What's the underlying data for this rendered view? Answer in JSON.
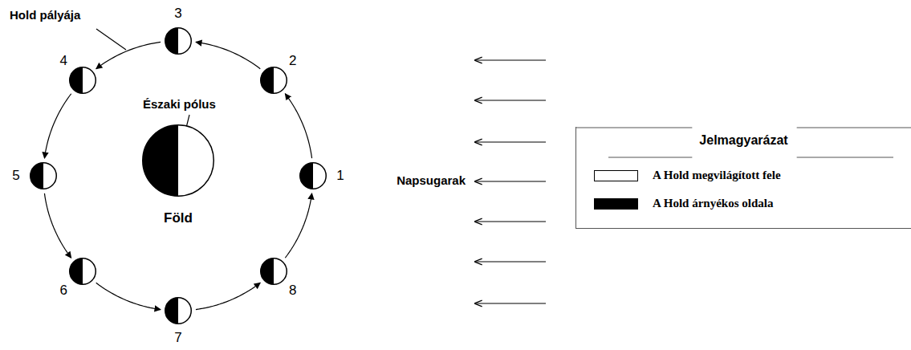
{
  "diagram": {
    "nodes": [
      {
        "text": [
          "1"
        ]
      },
      {
        "text": [
          "2"
        ]
      },
      {
        "text": [
          "3"
        ]
      },
      {
        "text": [
          "4"
        ]
      },
      {
        "text": [
          "5"
        ]
      },
      {
        "text": [
          "6"
        ]
      },
      {
        "text": [
          "7"
        ]
      },
      {
        "text": [
          "8"
        ]
      },
      {
        "text": [
          "Föld"
        ]
      }
    ],
    "edges": [
      {
        "from": 0,
        "to": 1,
        "arrow": "to"
      },
      {
        "from": 1,
        "to": 2,
        "arrow": "to"
      },
      {
        "from": 2,
        "to": 3,
        "arrow": "to"
      },
      {
        "from": 3,
        "to": 4,
        "arrow": "to"
      },
      {
        "from": 4,
        "to": 5,
        "arrow": "to"
      },
      {
        "from": 5,
        "to": 6,
        "arrow": "to"
      },
      {
        "from": 6,
        "to": 7,
        "arrow": "to"
      },
      {
        "from": 7,
        "to": 0,
        "arrow": "to"
      }
    ],
    "labels": [
      "Hold pályája",
      "Északi pólus",
      "Napsugarak",
      "Jelmagyarázat"
    ],
    "legend": [
      {
        "text": "A Hold megvilágított fele",
        "color": "#ffffff"
      },
      {
        "text": "A Hold árnyékos oldala",
        "color": "#000000"
      }
    ]
  }
}
